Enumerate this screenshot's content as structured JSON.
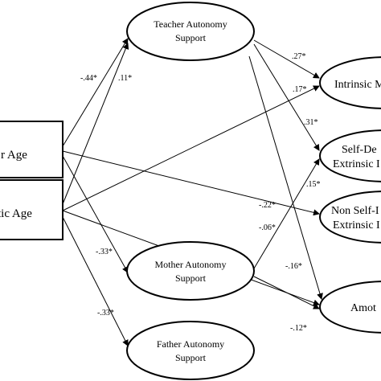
{
  "nodes": {
    "box_top": {
      "line1": "r Age"
    },
    "box_bottom": {
      "line1": "tic Age"
    },
    "teacher": {
      "line1": "Teacher Autonomy",
      "line2": "Support"
    },
    "mother": {
      "line1": "Mother Autonomy",
      "line2": "Support"
    },
    "father": {
      "line1": "Father Autonomy",
      "line2": "Support"
    },
    "intrinsic": {
      "line1": "Intrinsic M"
    },
    "self_det": {
      "line1": "Self-De",
      "line2": "Extrinsic I"
    },
    "non_self": {
      "line1": "Non Self-I",
      "line2": "Extrinsic I"
    },
    "amot": {
      "line1": "Amot"
    }
  },
  "paths": {
    "p1": "-.44*",
    "p2": ".11*",
    "p3": "-.33*",
    "p4": "-.33*",
    "p5": ".27*",
    "p6": ".17*",
    "p7": ".31*",
    "p8": ".15*",
    "p9": "-.22*",
    "p10": "-.06*",
    "p11": "-.16*",
    "p12": "-.12*"
  }
}
